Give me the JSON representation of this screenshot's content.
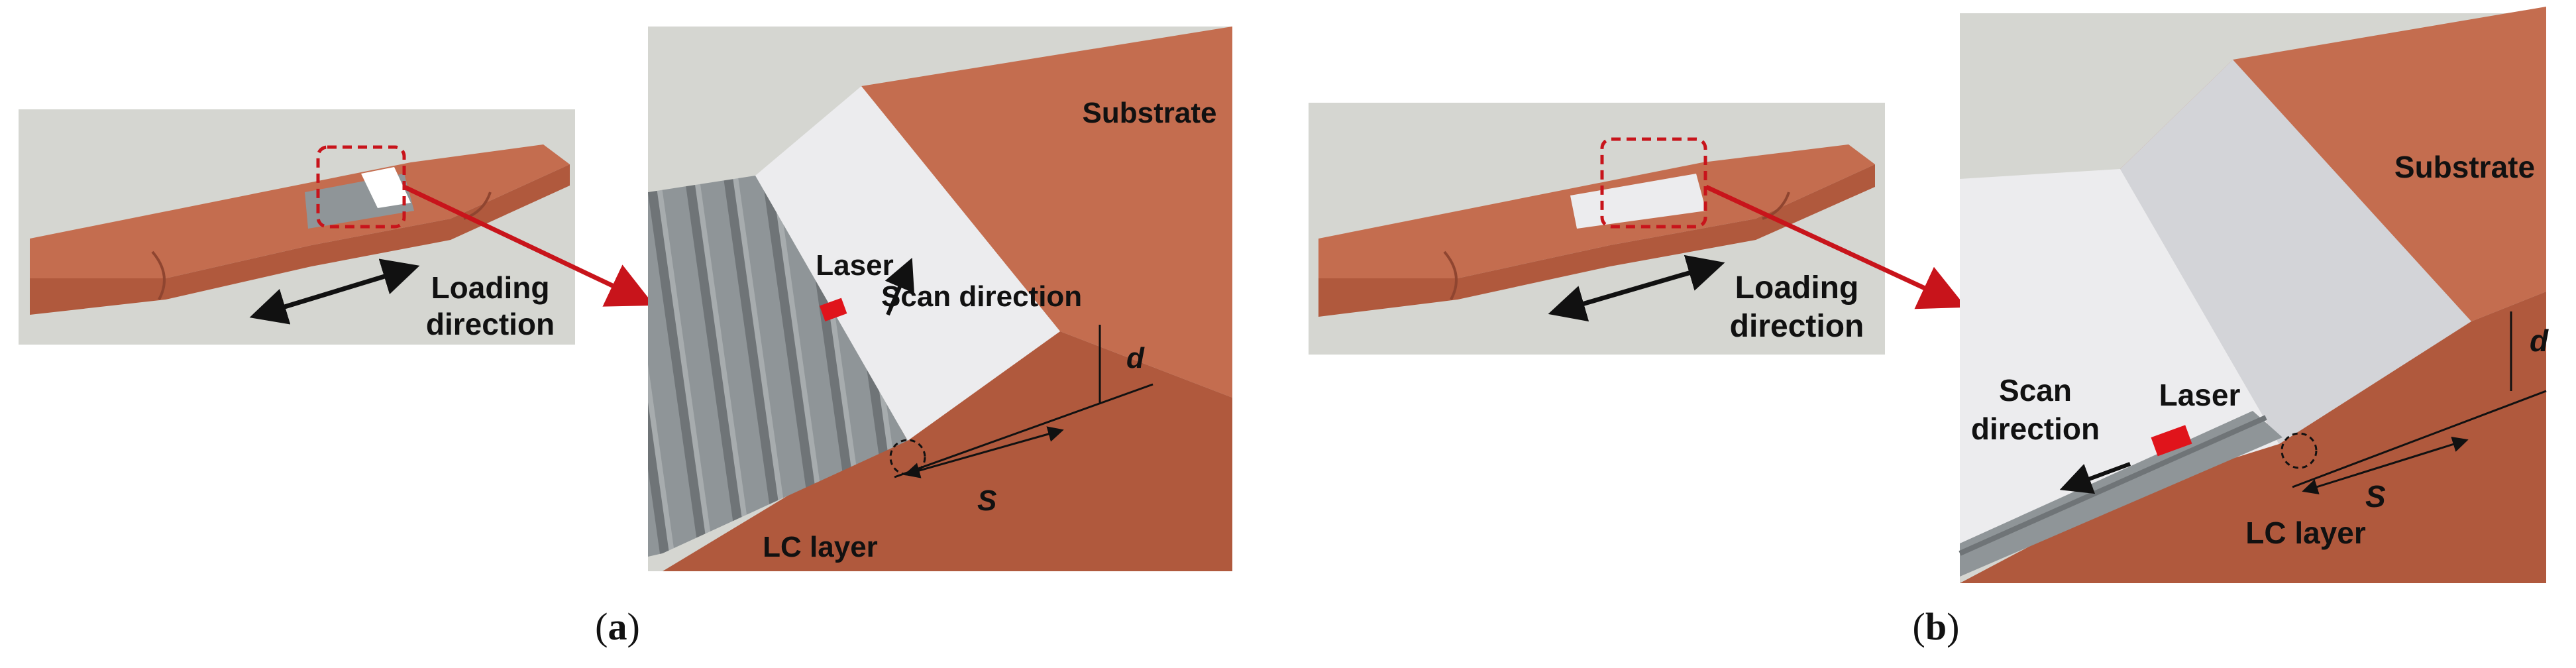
{
  "colors": {
    "substrate": "#c46d4f",
    "substrate_side": "#b0593d",
    "substrate_dark": "#8f4530",
    "wall": "#ececee",
    "wall_shadow": "#d3d4d8",
    "lc_layer": "#8f9598",
    "background_panel": "#d5d6d1",
    "laser": "#e0141b",
    "callout": "#c8141b",
    "text": "#111111"
  },
  "panel_a": {
    "overview": {
      "arrow": "double-arrow-icon",
      "loading_line1": "Loading",
      "loading_line2": "direction"
    },
    "detail": {
      "substrate": "Substrate",
      "laser": "Laser",
      "scan_direction": "Scan direction",
      "d": "d",
      "s": "S",
      "lc_layer": "LC layer"
    },
    "caption_open": "(",
    "caption_letter": "a",
    "caption_close": ")"
  },
  "panel_b": {
    "overview": {
      "arrow": "double-arrow-icon",
      "loading_line1": "Loading",
      "loading_line2": "direction"
    },
    "detail": {
      "substrate": "Substrate",
      "laser": "Laser",
      "scan_line1": "Scan",
      "scan_line2": "direction",
      "d": "d",
      "s": "S",
      "lc_layer": "LC layer"
    },
    "caption_open": "(",
    "caption_letter": "b",
    "caption_close": ")"
  }
}
